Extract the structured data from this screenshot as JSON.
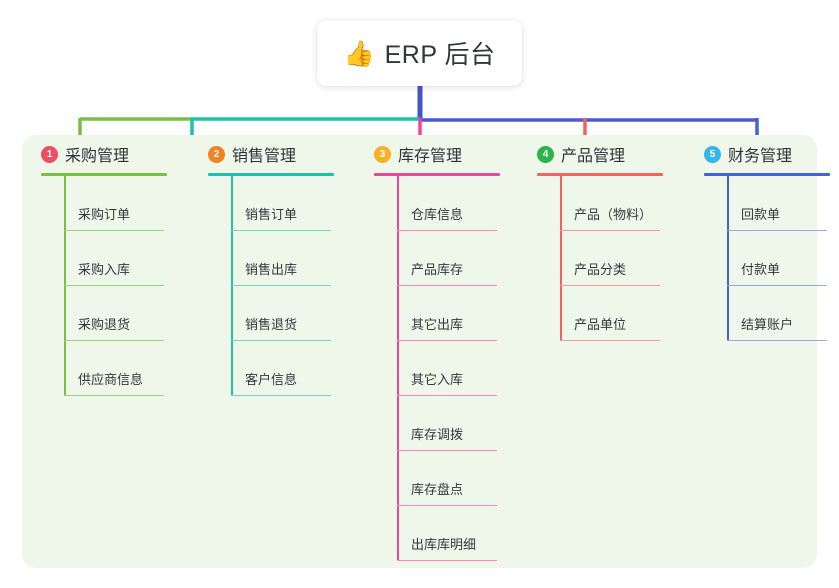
{
  "root": {
    "icon": "thumbs-up-icon",
    "emoji": "👍",
    "title": "ERP 后台"
  },
  "theme": {
    "panel_bg": "#eef7e9",
    "page_bg": "#ffffff",
    "root_stem": "#4455cc",
    "text": "#32363c"
  },
  "columns": [
    {
      "number": "1",
      "title": "采购管理",
      "badge_color": "#ef4d63",
      "line_color": "#79bf45",
      "leaf_line_color": "#9fd07a",
      "stem_color": "#79bf45",
      "items": [
        "采购订单",
        "采购入库",
        "采购退货",
        "供应商信息"
      ]
    },
    {
      "number": "2",
      "title": "销售管理",
      "badge_color": "#f58220",
      "line_color": "#1fc1a8",
      "leaf_line_color": "#76d4c4",
      "stem_color": "#1fc1a8",
      "items": [
        "销售订单",
        "销售出库",
        "销售退货",
        "客户信息"
      ]
    },
    {
      "number": "3",
      "title": "库存管理",
      "badge_color": "#f7b125",
      "line_color": "#ec4899",
      "leaf_line_color": "#f08cc0",
      "stem_color": "#ec4899",
      "items": [
        "仓库信息",
        "产品库存",
        "其它出库",
        "其它入库",
        "库存调拨",
        "库存盘点",
        "出库库明细"
      ]
    },
    {
      "number": "4",
      "title": "产品管理",
      "badge_color": "#2eb34a",
      "line_color": "#f2635e",
      "leaf_line_color": "#f59a96",
      "stem_color": "#f2635e",
      "items": [
        "产品（物料）",
        "产品分类",
        "产品单位"
      ]
    },
    {
      "number": "5",
      "title": "财务管理",
      "badge_color": "#36b6e8",
      "line_color": "#4162d8",
      "leaf_line_color": "#93a8e8",
      "stem_color": "#4162d8",
      "items": [
        "回款单",
        "付款单",
        "结算账户"
      ]
    }
  ],
  "connector_bar": {
    "segments": [
      {
        "name": "green-segment",
        "color": "#79bf45"
      },
      {
        "name": "teal-segment",
        "color": "#1fc1a8"
      },
      {
        "name": "indigo-segment",
        "color": "#4a5ad4"
      }
    ]
  }
}
